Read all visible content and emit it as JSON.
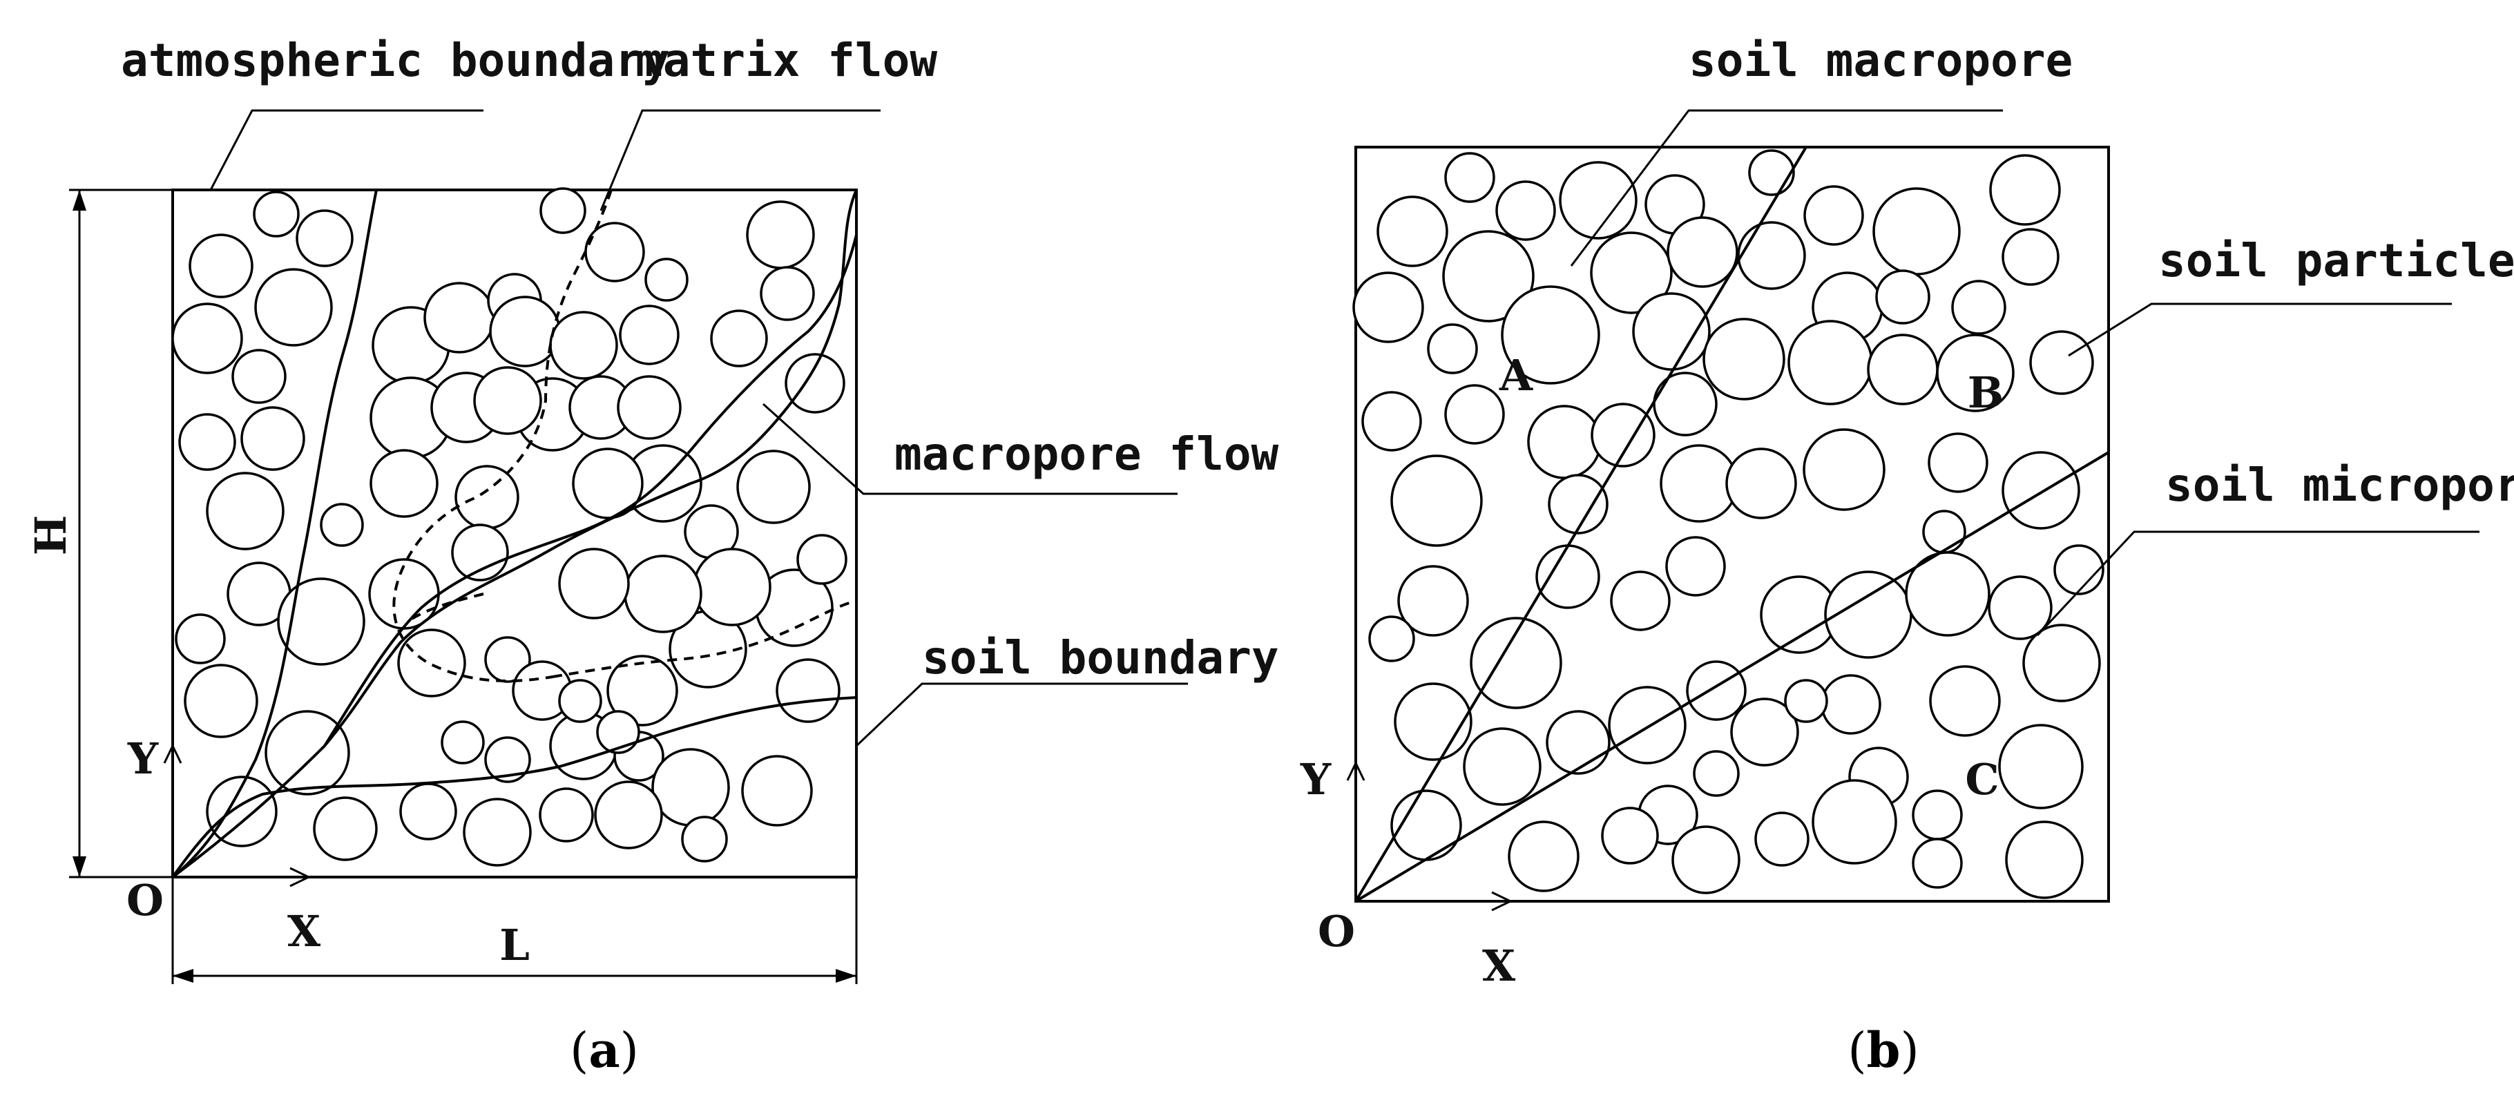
{
  "panel_a": {
    "labels": {
      "atmospheric_boundary": "atmospheric boundary",
      "matrix_flow": "matrix flow",
      "macropore_flow": "macropore flow",
      "soil_boundary": "soil boundary",
      "height": "H",
      "length": "L",
      "axis_y": "Y",
      "axis_x": "X",
      "origin": "O"
    },
    "caption": {
      "open": "(",
      "letter": "a",
      "close": ")"
    }
  },
  "panel_b": {
    "labels": {
      "soil_macropore": "soil macropore",
      "soil_particle": "soil particle",
      "soil_micropore": "soil micropore",
      "point_a": "A",
      "point_b": "B",
      "point_c": "C",
      "axis_y": "Y",
      "axis_x": "X",
      "origin": "O"
    },
    "caption": {
      "open": "(",
      "letter": "b",
      "close": ")"
    }
  }
}
